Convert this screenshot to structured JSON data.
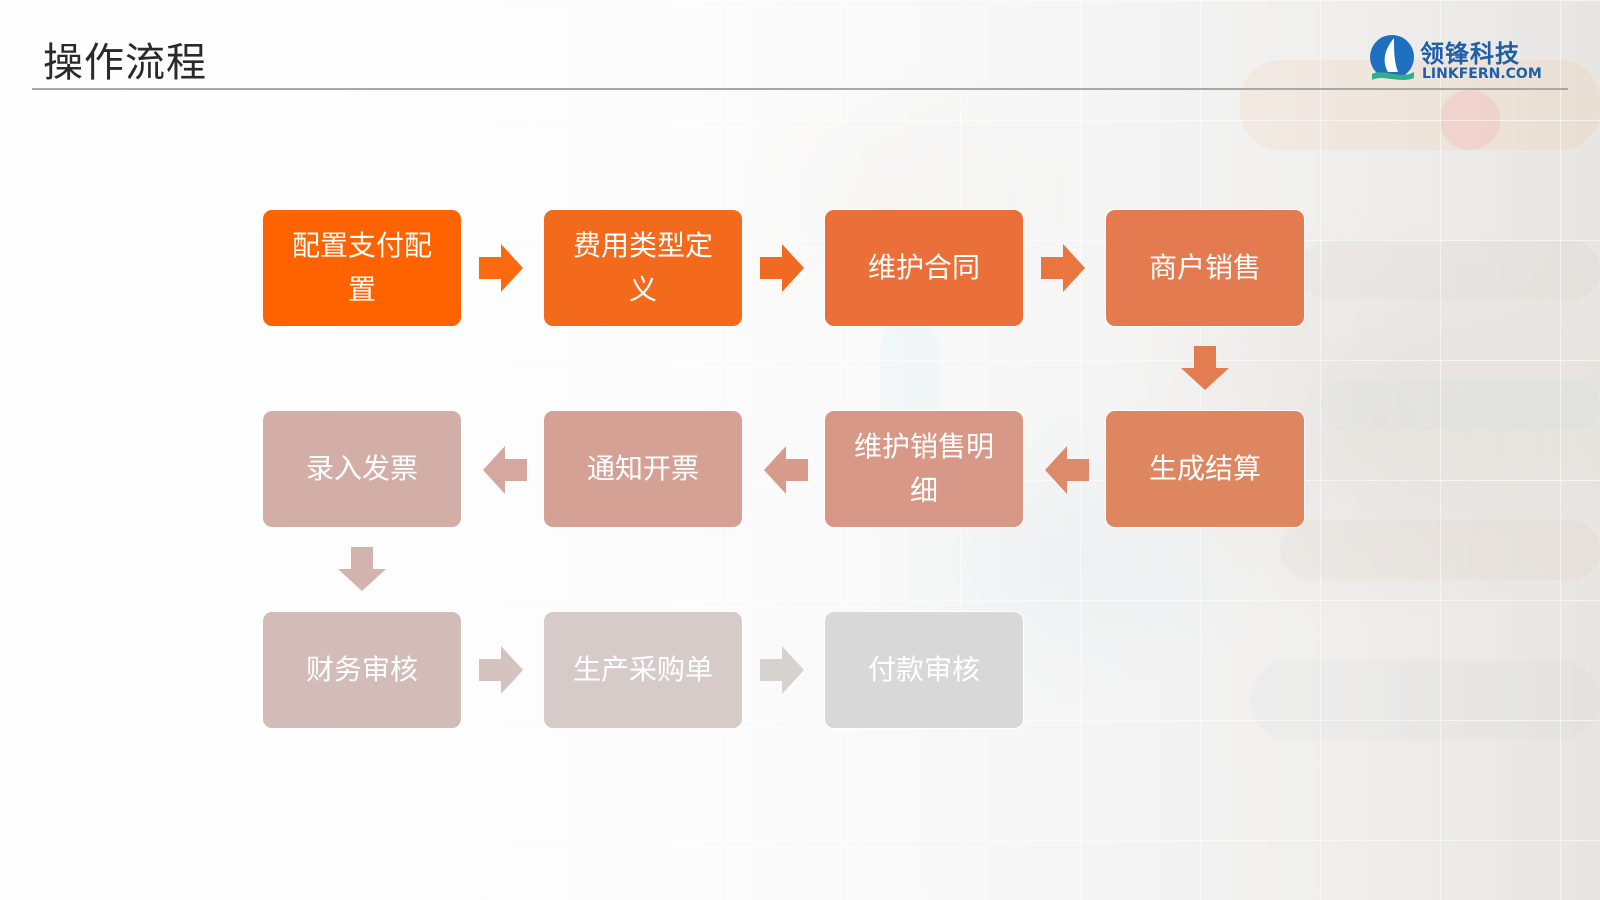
{
  "header": {
    "title": "操作流程",
    "logo_cn": "领锋科技",
    "logo_en": "LINKFERN.COM"
  },
  "colors": {
    "step1": "#ff6300",
    "step2": "#f36a1c",
    "step3": "#ea6f38",
    "step4": "#e47a4f",
    "step5": "#de8660",
    "step6": "#d79887",
    "step7": "#d5a195",
    "step8": "#d3aea7",
    "step9": "#d3bbb7",
    "step10": "#d6cbc9",
    "step11": "#d8d8d8",
    "accent_blue": "#1f5fa8"
  },
  "flow": {
    "steps": [
      {
        "label": "配置支付配置"
      },
      {
        "label": "费用类型定义"
      },
      {
        "label": "维护合同"
      },
      {
        "label": "商户销售"
      },
      {
        "label": "生成结算"
      },
      {
        "label": "维护销售明细"
      },
      {
        "label": "通知开票"
      },
      {
        "label": "录入发票"
      },
      {
        "label": "财务审核"
      },
      {
        "label": "生产采购单"
      },
      {
        "label": "付款审核"
      }
    ]
  }
}
